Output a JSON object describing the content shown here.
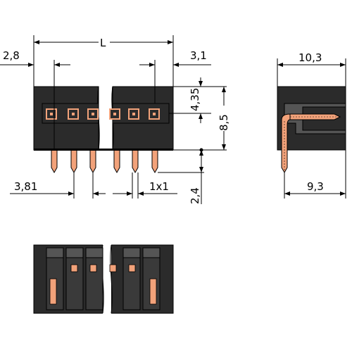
{
  "drawing": {
    "dimensions": {
      "overall_length": "L",
      "left_offset": "2,8",
      "right_offset": "3,1",
      "pin_height_above_pcb": "4,35",
      "overall_height": "8,5",
      "pin_pitch": "3,81",
      "pin_size": "1x1",
      "pin_length_below": "2,4",
      "side_depth_top": "10,3",
      "side_depth_bottom": "9,3"
    },
    "colors": {
      "housing": "#2b2b2b",
      "pin": "#f2a27a",
      "line": "#000000"
    }
  }
}
